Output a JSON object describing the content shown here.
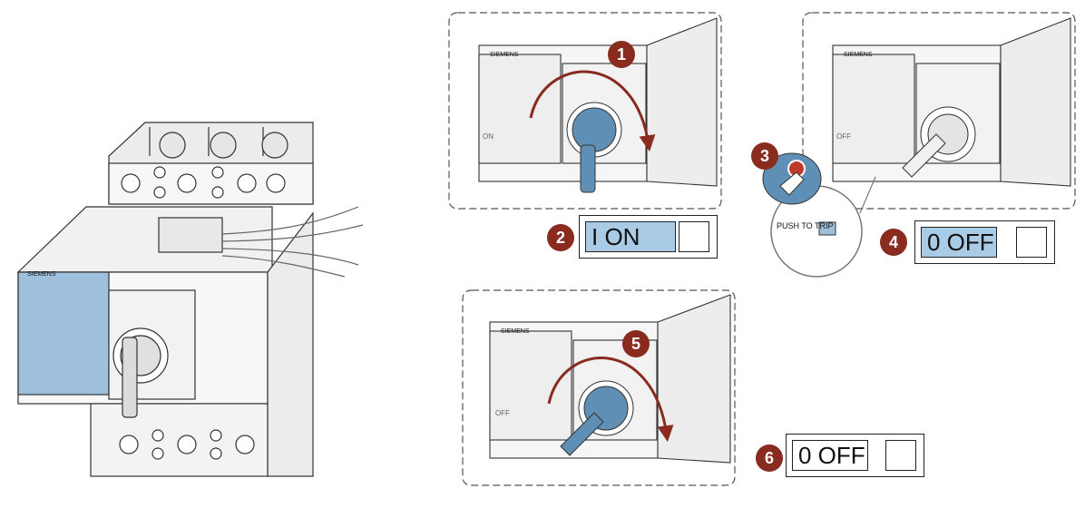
{
  "brand": "SIEMENS",
  "colors": {
    "step_badge": "#8a2b1f",
    "handle_blue": "#5f8fb5",
    "panel_blue": "#9ec0dc",
    "label_on_fill": "#a9cbe6",
    "line": "#333333"
  },
  "steps": [
    {
      "num": "1"
    },
    {
      "num": "2"
    },
    {
      "num": "3"
    },
    {
      "num": "4"
    },
    {
      "num": "5"
    },
    {
      "num": "6"
    }
  ],
  "labels": {
    "step2": "I ON",
    "step4": "0 OFF",
    "step6": "0 OFF"
  },
  "small_labels": {
    "on": "ON",
    "off": "OFF"
  },
  "push_to_trip": "PUSH TO TRIP",
  "icons": {
    "rotate_arrow": "rotate-clockwise-arrow-icon",
    "pointing_hand": "pointing-hand-icon"
  }
}
